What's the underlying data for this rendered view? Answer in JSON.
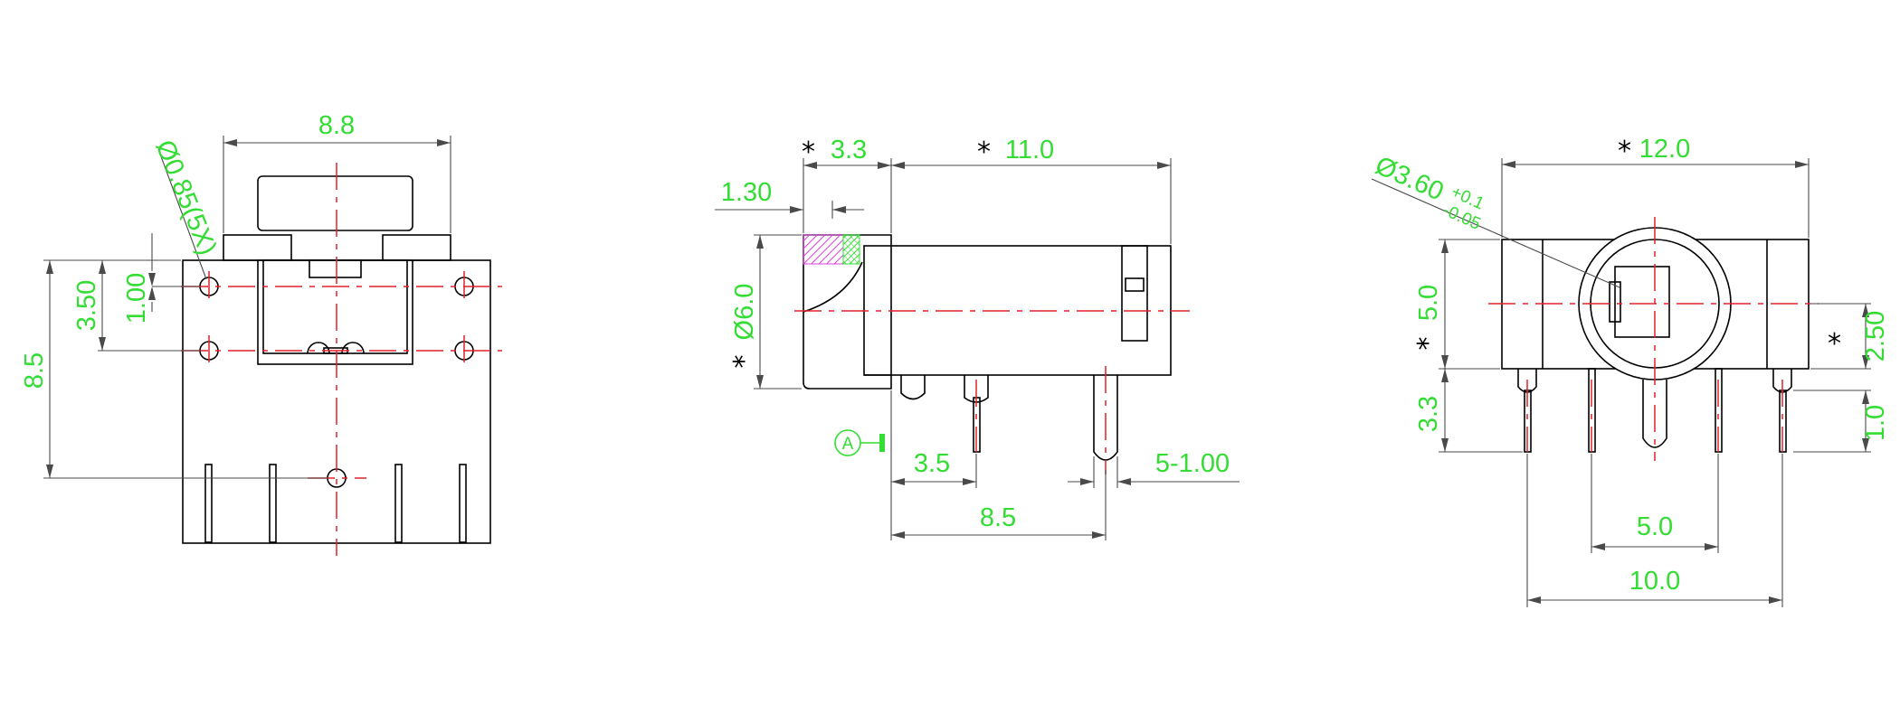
{
  "colors": {
    "outline": "#000000",
    "centerline": "#e0202a",
    "dimension_text": "#33dd33",
    "dimension_line": "#4a4a4a",
    "hatch_magenta": "#e040e0",
    "hatch_green": "#33dd33"
  },
  "front_view": {
    "width_top": "8.8",
    "hole_callout": "Ø0.85(5X)",
    "spacing_small": "1.00",
    "spacing_mid": "3.50",
    "height_overall": "8.5"
  },
  "side_view": {
    "asterisk": "*",
    "flange_length": "3.3",
    "body_length": "11.0",
    "flange_offset": "1.30",
    "diameter": "Ø6.0",
    "pin_offset": "3.5",
    "pin_spacing": "8.5",
    "pin_width": "5-1.00",
    "datum": "A"
  },
  "rear_view": {
    "asterisk": "*",
    "width": "12.0",
    "bore_callout": "Ø3.60",
    "bore_tol_upper": "+0.1",
    "bore_tol_lower": "-0.05",
    "body_height": "5.0",
    "pin_height": "3.3",
    "center_height": "2.50",
    "pin_tip": "1.0",
    "pin_spacing_inner": "5.0",
    "pin_spacing_outer": "10.0"
  }
}
